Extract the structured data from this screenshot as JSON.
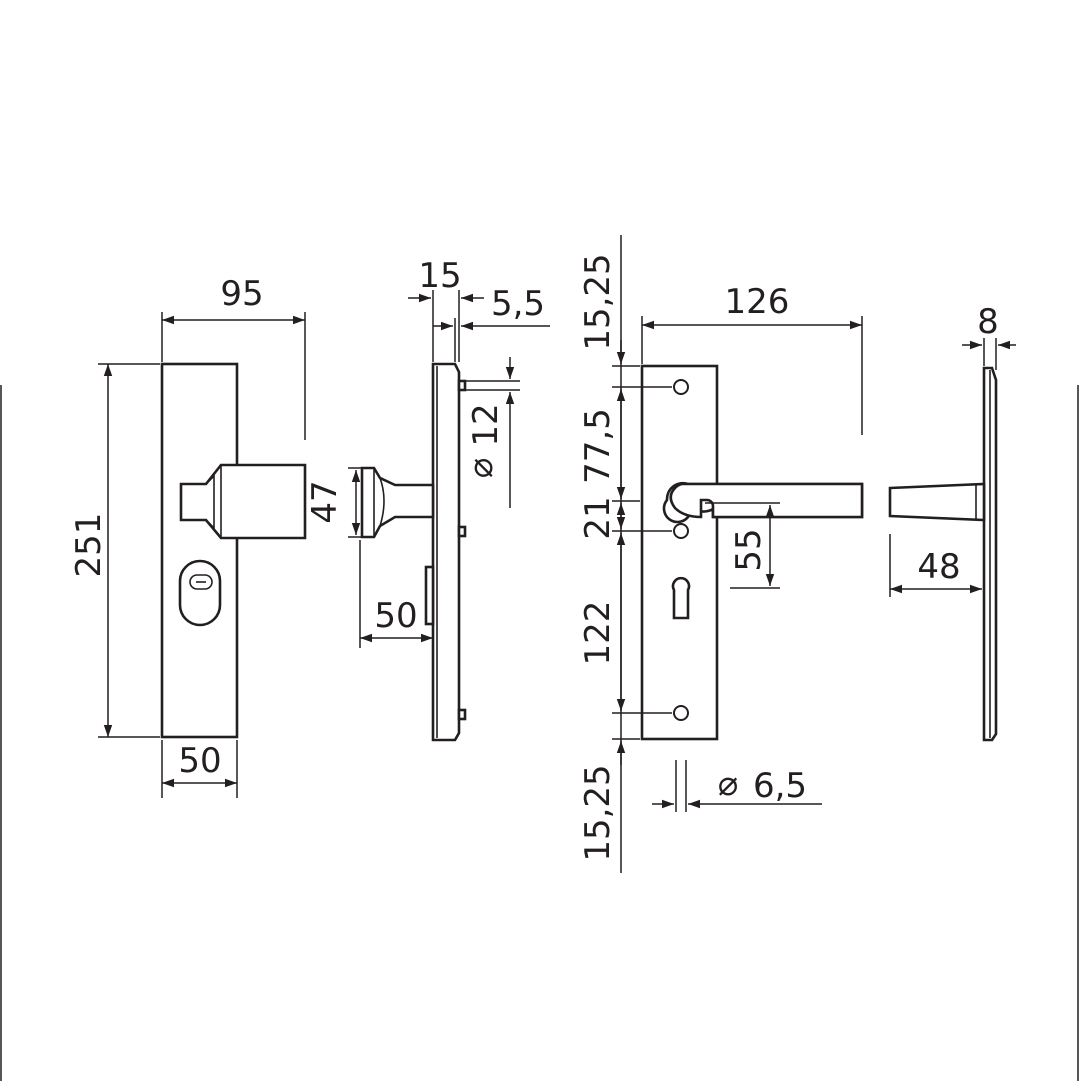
{
  "drawing": {
    "dimensions": {
      "knob_projection": "95",
      "plate_height_left": "251",
      "knob_diameter": "47",
      "plate_width_left": "50",
      "neck_height": "50",
      "plate_thickness": "15",
      "step_depth": "5,5",
      "pin_diameter": "12",
      "top_margin": "15,25",
      "upper_distance": "77,5",
      "center_offset": "21",
      "lower_distance": "122",
      "bottom_margin": "15,25",
      "lever_length": "126",
      "lever_spacing": "55",
      "screw_diameter": "6,5",
      "lever_projection": "48",
      "rose_thickness": "8"
    },
    "diameter_symbol": "⌀"
  }
}
